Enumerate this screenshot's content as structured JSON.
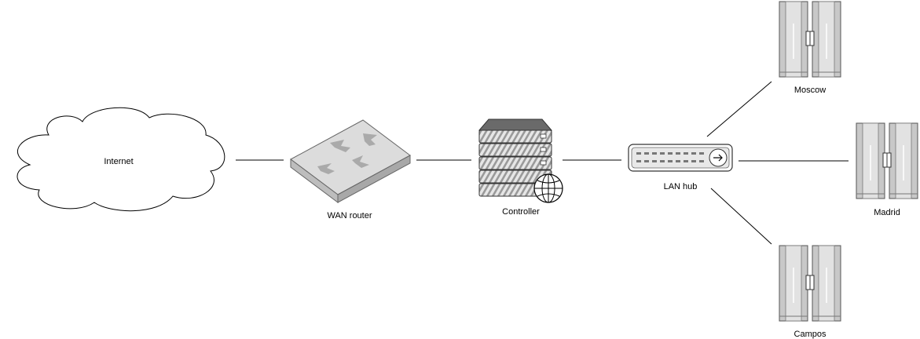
{
  "nodes": {
    "internet": {
      "label": "Internet",
      "icon": "cloud-icon"
    },
    "wan_router": {
      "label": "WAN router",
      "icon": "router-icon"
    },
    "controller": {
      "label": "Controller",
      "icon": "server-globe-icon"
    },
    "lan_hub": {
      "label": "LAN hub",
      "icon": "hub-icon"
    },
    "moscow": {
      "label": "Moscow",
      "icon": "rack-server-icon"
    },
    "madrid": {
      "label": "Madrid",
      "icon": "rack-server-icon"
    },
    "campos": {
      "label": "Campos",
      "icon": "rack-server-icon"
    }
  },
  "edges": [
    [
      "internet",
      "wan_router"
    ],
    [
      "wan_router",
      "controller"
    ],
    [
      "controller",
      "lan_hub"
    ],
    [
      "lan_hub",
      "moscow"
    ],
    [
      "lan_hub",
      "madrid"
    ],
    [
      "lan_hub",
      "campos"
    ]
  ],
  "colors": {
    "line": "#000000",
    "device_gray": "#d4d4d4",
    "device_dark": "#8a8a8a"
  }
}
